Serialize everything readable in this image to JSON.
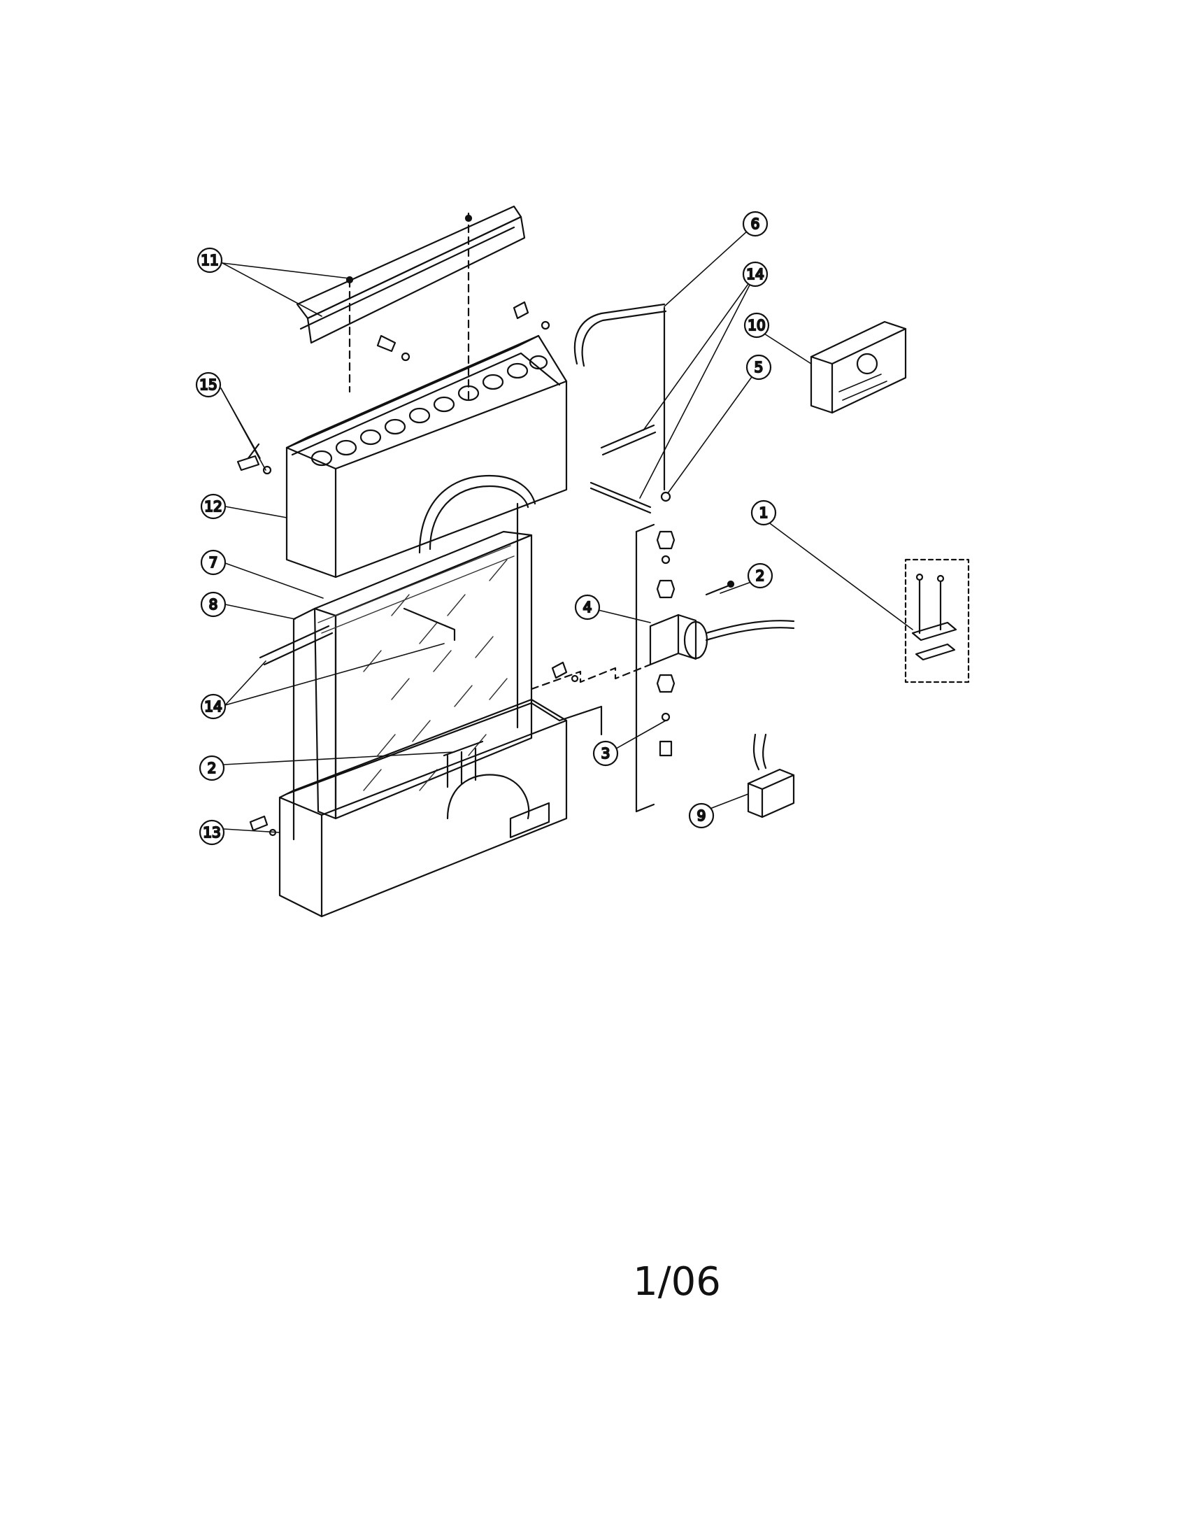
{
  "page": {
    "footer_text": "1/06"
  },
  "parts": [
    {
      "id": "1",
      "label": "1"
    },
    {
      "id": "2",
      "label": "2"
    },
    {
      "id": "3",
      "label": "3"
    },
    {
      "id": "4",
      "label": "4"
    },
    {
      "id": "5",
      "label": "5"
    },
    {
      "id": "6",
      "label": "6"
    },
    {
      "id": "7",
      "label": "7"
    },
    {
      "id": "8",
      "label": "8"
    },
    {
      "id": "9",
      "label": "9"
    },
    {
      "id": "10",
      "label": "10"
    },
    {
      "id": "11",
      "label": "11"
    },
    {
      "id": "12",
      "label": "12"
    },
    {
      "id": "13",
      "label": "13"
    },
    {
      "id": "14",
      "label": "14"
    },
    {
      "id": "15",
      "label": "15"
    }
  ],
  "colors": {
    "line": "#111111",
    "paper": "#ffffff",
    "hatch": "#333333"
  },
  "icons": {
    "screws": "screw-icon",
    "control": "humidistat-icon",
    "switch": "switch-icon"
  }
}
